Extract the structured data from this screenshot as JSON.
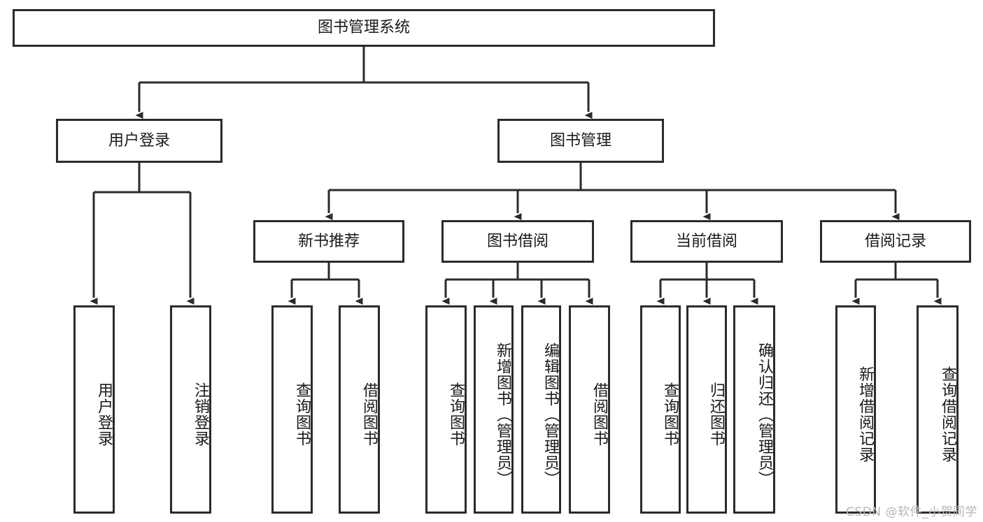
{
  "diagram": {
    "type": "tree",
    "title": "图书管理系统",
    "watermark": "CSDN @软件_小贺同学",
    "colors": {
      "node_border": "#2b2b2b",
      "node_fill": "#ffffff",
      "edge": "#2b2b2b",
      "text": "#1a1a1a",
      "watermark": "#b6b6b6",
      "background": "#ffffff"
    },
    "root": {
      "id": "root",
      "label": "图书管理系统"
    },
    "level2": [
      {
        "id": "user-login",
        "label": "用户登录"
      },
      {
        "id": "book-manage",
        "label": "图书管理"
      }
    ],
    "level3": [
      {
        "id": "new-book-recommend",
        "label": "新书推荐",
        "parent": "book-manage"
      },
      {
        "id": "book-borrow",
        "label": "图书借阅",
        "parent": "book-manage"
      },
      {
        "id": "current-borrow",
        "label": "当前借阅",
        "parent": "book-manage"
      },
      {
        "id": "borrow-record",
        "label": "借阅记录",
        "parent": "book-manage"
      }
    ],
    "leaves": [
      {
        "id": "leaf-user-login",
        "label": "用户登录",
        "parent": "user-login"
      },
      {
        "id": "leaf-user-logout",
        "label": "注销登录",
        "parent": "user-login"
      },
      {
        "id": "leaf-query-book-1",
        "label": "查询图书",
        "parent": "new-book-recommend"
      },
      {
        "id": "leaf-borrow-book-1",
        "label": "借阅图书",
        "parent": "new-book-recommend"
      },
      {
        "id": "leaf-query-book-2",
        "label": "查询图书",
        "parent": "book-borrow"
      },
      {
        "id": "leaf-add-book",
        "label": "新增图书（管理员）",
        "parent": "book-borrow"
      },
      {
        "id": "leaf-edit-book",
        "label": "编辑图书（管理员）",
        "parent": "book-borrow"
      },
      {
        "id": "leaf-borrow-book-2",
        "label": "借阅图书",
        "parent": "book-borrow"
      },
      {
        "id": "leaf-query-book-3",
        "label": "查询图书",
        "parent": "current-borrow"
      },
      {
        "id": "leaf-return-book",
        "label": "归还图书",
        "parent": "current-borrow"
      },
      {
        "id": "leaf-confirm-return",
        "label": "确认归还（管理员）",
        "parent": "current-borrow"
      },
      {
        "id": "leaf-add-record",
        "label": "新增借阅记录",
        "parent": "borrow-record"
      },
      {
        "id": "leaf-query-record",
        "label": "查询借阅记录",
        "parent": "borrow-record"
      }
    ]
  }
}
